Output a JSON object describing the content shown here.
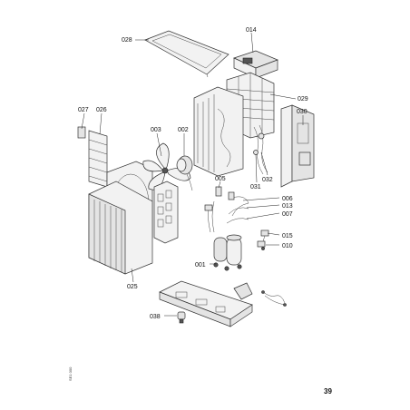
{
  "page_number": "39",
  "side_code": "SE1 000",
  "callouts": [
    {
      "id": "028",
      "text": "028"
    },
    {
      "id": "014",
      "text": "014"
    },
    {
      "id": "029",
      "text": "029"
    },
    {
      "id": "027",
      "text": "027"
    },
    {
      "id": "026",
      "text": "026"
    },
    {
      "id": "003",
      "text": "003"
    },
    {
      "id": "002",
      "text": "002"
    },
    {
      "id": "030",
      "text": "030"
    },
    {
      "id": "032",
      "text": "032"
    },
    {
      "id": "031",
      "text": "031"
    },
    {
      "id": "005",
      "text": "005"
    },
    {
      "id": "006",
      "text": "006"
    },
    {
      "id": "013",
      "text": "013"
    },
    {
      "id": "007",
      "text": "007"
    },
    {
      "id": "015",
      "text": "015"
    },
    {
      "id": "010",
      "text": "010"
    },
    {
      "id": "001",
      "text": "001"
    },
    {
      "id": "025",
      "text": "025"
    },
    {
      "id": "038",
      "text": "038"
    }
  ]
}
